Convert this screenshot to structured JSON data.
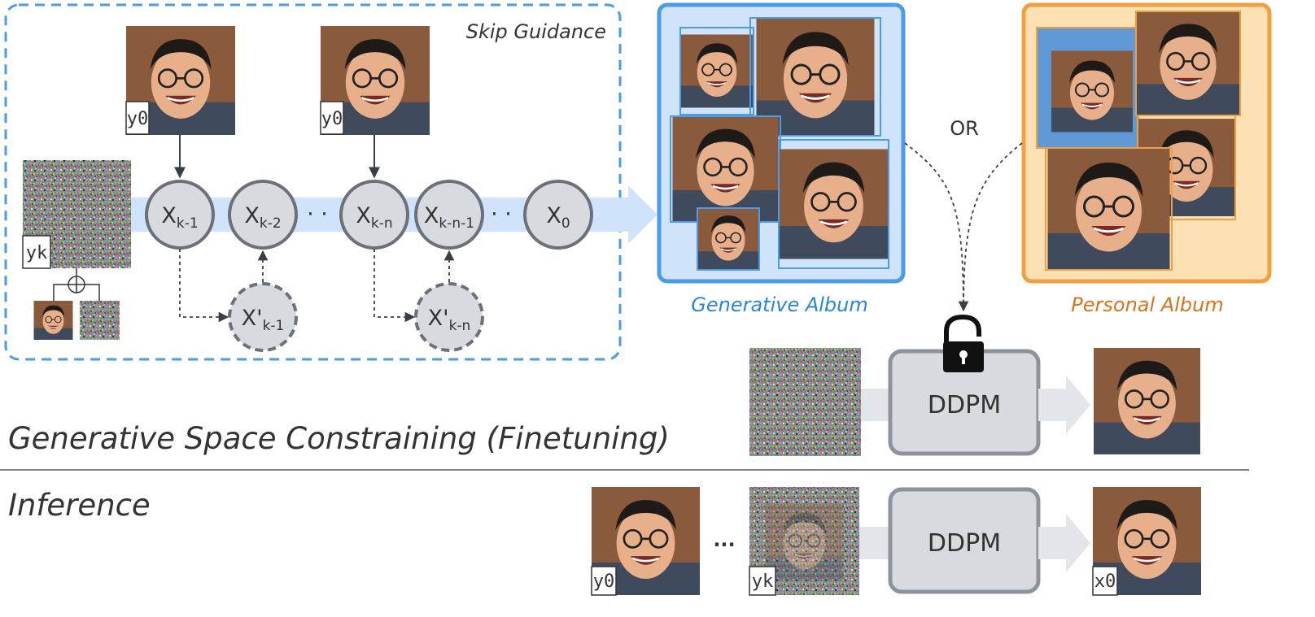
{
  "guidance_box": {
    "title": "Skip Guidance",
    "input_labels": {
      "y0": "y0",
      "yk": "yk"
    }
  },
  "chain_nodes": [
    {
      "id": "xk-1",
      "base": "X",
      "sub": "k-1"
    },
    {
      "id": "xk-2",
      "base": "X",
      "sub": "k-2"
    },
    {
      "id": "xk-n",
      "base": "X",
      "sub": "k-n"
    },
    {
      "id": "xk-n-1",
      "base": "X",
      "sub": "k-n-1"
    },
    {
      "id": "x0",
      "base": "X",
      "sub": "0"
    }
  ],
  "chain_ellipsis": "· ·",
  "skip_nodes": [
    {
      "id": "xpk-1",
      "base": "X'",
      "sub": "k-1"
    },
    {
      "id": "xpk-n",
      "base": "X'",
      "sub": "k-n"
    }
  ],
  "albums": {
    "generative": "Generative Album",
    "or": "OR",
    "personal": "Personal Album"
  },
  "finetune": {
    "title": "Generative Space Constraining (Finetuning)",
    "model": "DDPM"
  },
  "inference": {
    "title": "Inference",
    "model": "DDPM",
    "ellipsis": "...",
    "labels": {
      "y0": "y0",
      "yk": "yk",
      "x0": "x0"
    }
  },
  "colors": {
    "blue": "#4a9be8",
    "blue_fill": "#cfe3fa",
    "orange": "#f2a03d",
    "orange_fill": "#fde0b4",
    "node_fill": "#d7dbe0",
    "node_stroke": "#6b7079",
    "arrow_band": "#cfe3fa"
  }
}
